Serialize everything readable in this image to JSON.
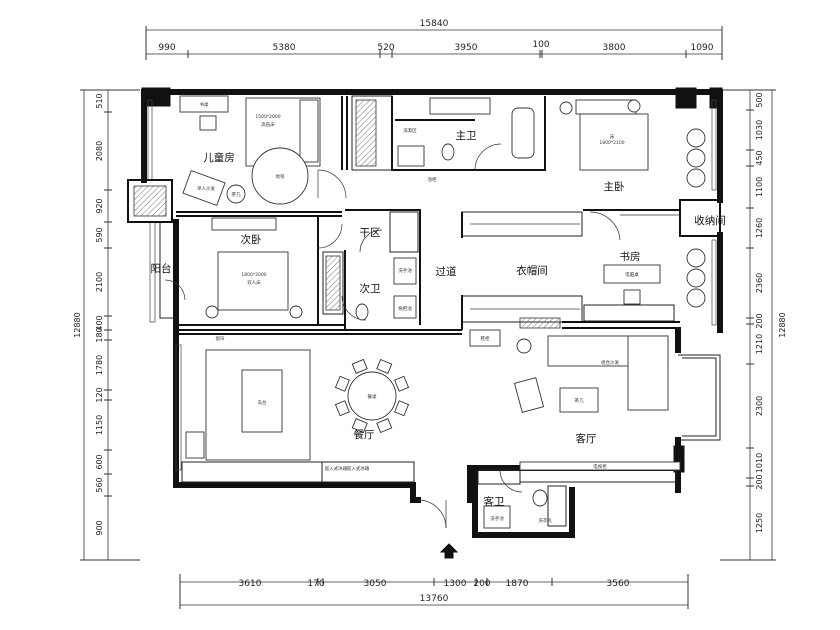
{
  "dimensions": {
    "top_total": "15840",
    "top": [
      "990",
      "5380",
      "520",
      "3950",
      "100",
      "3800",
      "1090"
    ],
    "bottom": [
      "3610",
      "170",
      "3050",
      "1300",
      "200",
      "1870",
      "3560"
    ],
    "bottom_total": "13760",
    "left": [
      "510",
      "2080",
      "920",
      "590",
      "2100",
      "400",
      "180",
      "1780",
      "120",
      "1150",
      "600",
      "560",
      "900"
    ],
    "left_total": "12880",
    "right": [
      "500",
      "1030",
      "450",
      "1100",
      "1260",
      "2360",
      "200",
      "1210",
      "2300",
      "1010",
      "200",
      "1250"
    ],
    "right_total": "12880"
  },
  "rooms": {
    "kids_room": "儿童房",
    "master_bath": "主卫",
    "master_bedroom": "主卧",
    "second_bedroom": "次卧",
    "dry_area": "干区",
    "corridor": "过道",
    "wardrobe": "衣帽间",
    "study": "书房",
    "storage": "收纳间",
    "balcony": "阳台",
    "second_bath": "次卫",
    "dining": "餐厅",
    "living": "客厅",
    "guest_bath": "客卫"
  },
  "labels": {
    "bed_kids": "1500*2000",
    "bed_kids_2": "高低床",
    "desk_kids": "书桌",
    "rug_kids": "地毯",
    "sofa_kids": "单人沙发",
    "tea_kids": "茶几",
    "bed_second": "1800*2000",
    "bed_second_2": "双人床",
    "bed_master": "床",
    "bed_master_2": "1800*2100",
    "washbasin_area": "洗漱区",
    "cabinet_master": "浴柜",
    "desk_study": "电脑桌",
    "sofa_living": "组合沙发",
    "tea_living": "茶几",
    "dining_table": "餐桌",
    "island": "岛台",
    "fridge_1": "嵌入式冰箱",
    "fridge_2": "嵌入式冰箱",
    "tv_cabinet": "电视柜",
    "wash_machine": "洗衣机",
    "wash_basin": "洗手池",
    "shoe": "鞋柜",
    "curtain": "窗帘",
    "mop": "拖把池"
  }
}
